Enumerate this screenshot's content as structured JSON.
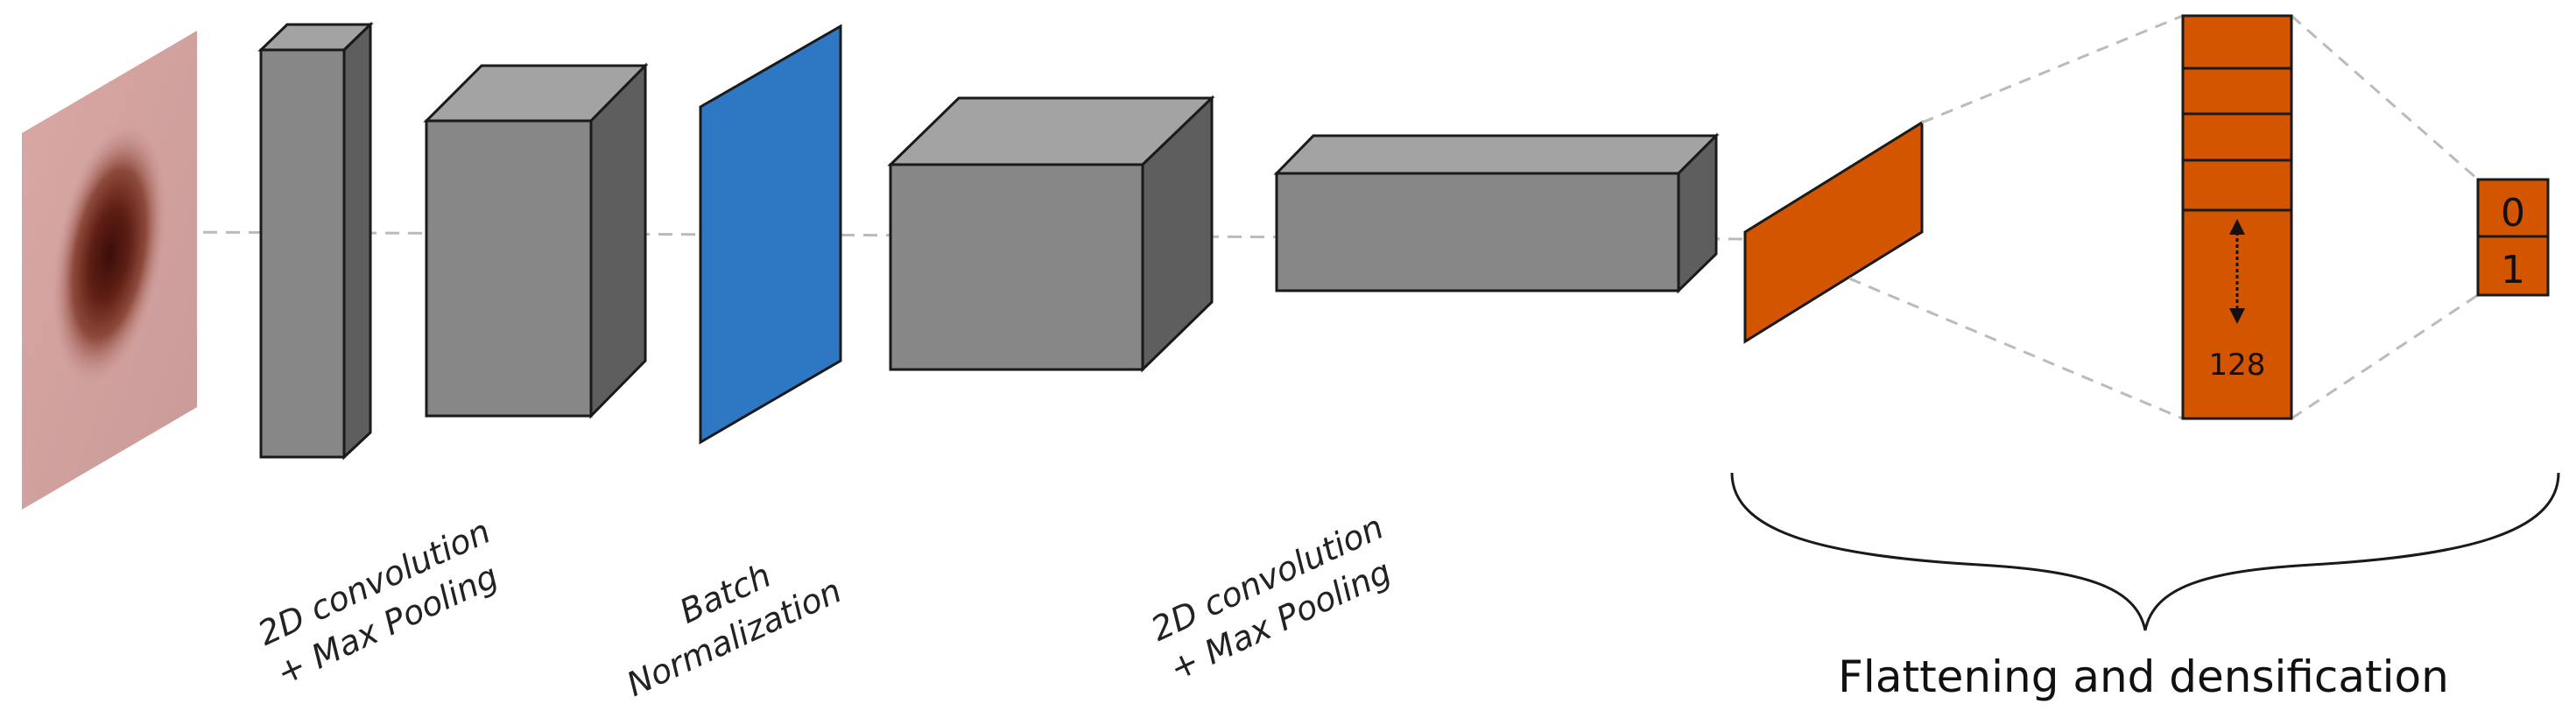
{
  "diagram": {
    "colors": {
      "box_front": "#878787",
      "box_top": "#a3a3a3",
      "box_side": "#5e5e5e",
      "batch_norm": "#2e77c2",
      "dense": "#d45500",
      "guide_line": "#bbbbbb"
    },
    "labels": {
      "conv1": [
        "2D convolution",
        "+ Max Pooling"
      ],
      "batchnorm": [
        "Batch",
        "Normalization"
      ],
      "conv2": [
        "2D convolution",
        "+ Max Pooling"
      ],
      "dense_units": "128",
      "output_top": "0",
      "output_bottom": "1",
      "bracket_caption": "Flattening and densification"
    }
  }
}
